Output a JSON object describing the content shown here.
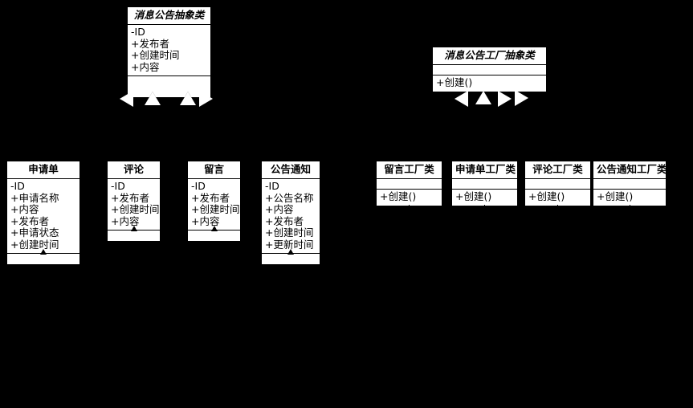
{
  "diagram": {
    "type": "uml-class-diagram",
    "background_color": "#000000",
    "box_fill": "#ffffff",
    "box_border": "#000000",
    "shadow_color": "#b3b3b3",
    "arrow_color": "#ffffff"
  },
  "product_hierarchy": {
    "abstract": {
      "name": "消息公告抽象类",
      "attributes": [
        "-ID",
        "+发布者",
        "+创建时间",
        "+内容"
      ],
      "operations": []
    },
    "subclasses": [
      {
        "name": "申请单",
        "attributes": [
          "-ID",
          "+申请名称",
          "+内容",
          "+发布者",
          "+申请状态",
          "+创建时间"
        ],
        "operations": []
      },
      {
        "name": "评论",
        "attributes": [
          "-ID",
          "+发布者",
          "+创建时间",
          "+内容"
        ],
        "operations": []
      },
      {
        "name": "留言",
        "attributes": [
          "-ID",
          "+发布者",
          "+创建时间",
          "+内容"
        ],
        "operations": []
      },
      {
        "name": "公告通知",
        "attributes": [
          "-ID",
          "+公告名称",
          "+内容",
          "+发布者",
          "+创建时间",
          "+更新时间"
        ],
        "operations": []
      }
    ]
  },
  "factory_hierarchy": {
    "abstract": {
      "name": "消息公告工厂抽象类",
      "attributes": [],
      "operations": [
        "+创建()"
      ]
    },
    "subclasses": [
      {
        "name": "留言工厂类",
        "attributes": [],
        "operations": [
          "+创建()"
        ]
      },
      {
        "name": "申请单工厂类",
        "attributes": [],
        "operations": [
          "+创建()"
        ]
      },
      {
        "name": "评论工厂类",
        "attributes": [],
        "operations": [
          "+创建()"
        ]
      },
      {
        "name": "公告通知工厂类",
        "attributes": [],
        "operations": [
          "+创建()"
        ]
      }
    ]
  }
}
